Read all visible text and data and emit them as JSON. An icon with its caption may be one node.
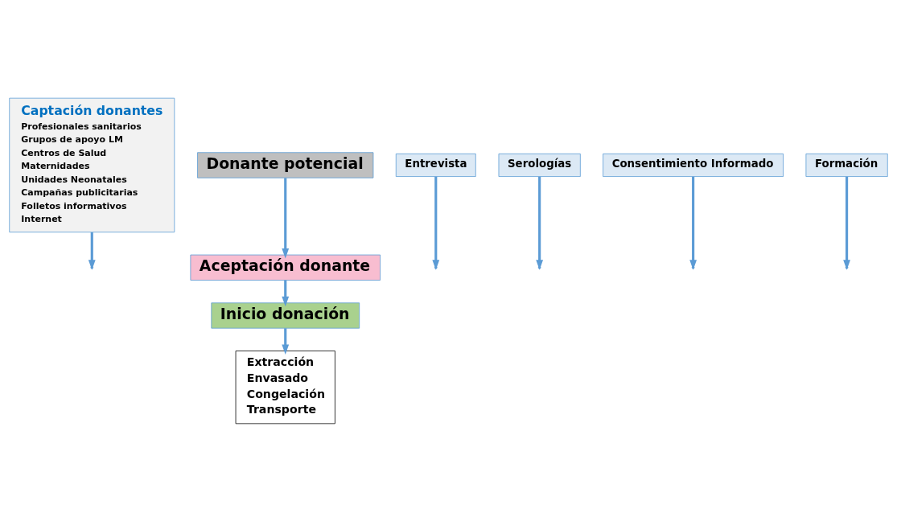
{
  "diagram": {
    "nodes": [
      {
        "text": [
          "Captación donantes",
          "Profesionales sanitarios",
          "Grupos de apoyo LM",
          "Centros de Salud",
          "Maternidades",
          "Unidades Neonatales",
          "Campañas publicitarias",
          "Folletos informativos",
          "Internet"
        ]
      },
      {
        "text": [
          "Donante potencial"
        ]
      },
      {
        "text": [
          "Entrevista"
        ]
      },
      {
        "text": [
          "Serologías"
        ]
      },
      {
        "text": [
          "Consentimiento Informado"
        ]
      },
      {
        "text": [
          "Aceptación donante"
        ]
      },
      {
        "text": [
          "Formación"
        ]
      },
      {
        "text": [
          "Inicio donación"
        ]
      },
      {
        "text": [
          "Extracción",
          "Envasado",
          "Congelación",
          "Transporte"
        ]
      }
    ],
    "edges": [
      {
        "from": 1,
        "to": 5,
        "arrow": "to"
      },
      {
        "from": 0,
        "to": null,
        "arrow": "to"
      },
      {
        "from": 2,
        "to": null,
        "arrow": "to"
      },
      {
        "from": 3,
        "to": null,
        "arrow": "to"
      },
      {
        "from": 4,
        "to": null,
        "arrow": "to"
      },
      {
        "from": 5,
        "to": 7,
        "arrow": "to"
      },
      {
        "from": 6,
        "to": null,
        "arrow": "to"
      },
      {
        "from": 7,
        "to": 8,
        "arrow": "to"
      }
    ]
  }
}
